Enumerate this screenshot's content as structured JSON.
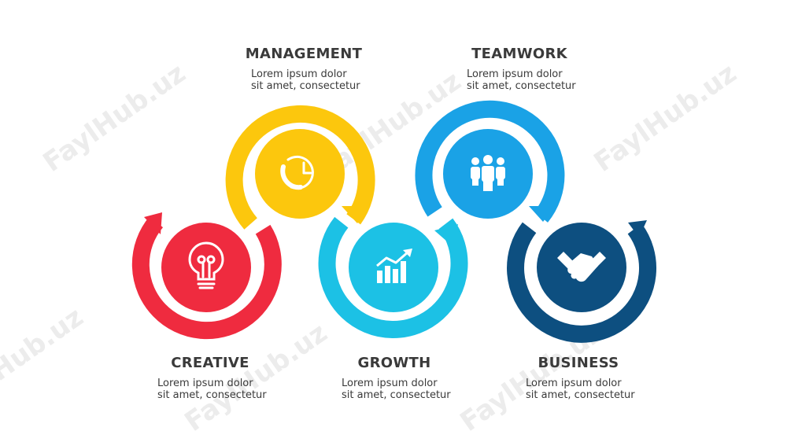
{
  "watermark": "FaylHub.uz",
  "colors": {
    "creative": "#ef2b3f",
    "management": "#fcc70d",
    "growth": "#1cc1e5",
    "teamwork": "#1aa2e6",
    "business": "#0d4f80",
    "text": "#3a3a3a"
  },
  "steps": [
    {
      "title": "CREATIVE",
      "line1": "Lorem ipsum dolor",
      "line2": "sit amet, consectetur",
      "icon": "lightbulb-icon"
    },
    {
      "title": "MANAGEMENT",
      "line1": "Lorem ipsum dolor",
      "line2": "sit amet, consectetur",
      "icon": "phone-clock-icon"
    },
    {
      "title": "GROWTH",
      "line1": "Lorem ipsum dolor",
      "line2": "sit amet, consectetur",
      "icon": "growth-chart-icon"
    },
    {
      "title": "TEAMWORK",
      "line1": "Lorem ipsum dolor",
      "line2": "sit amet, consectetur",
      "icon": "team-icon"
    },
    {
      "title": "BUSINESS",
      "line1": "Lorem ipsum dolor",
      "line2": "sit amet, consectetur",
      "icon": "handshake-icon"
    }
  ]
}
